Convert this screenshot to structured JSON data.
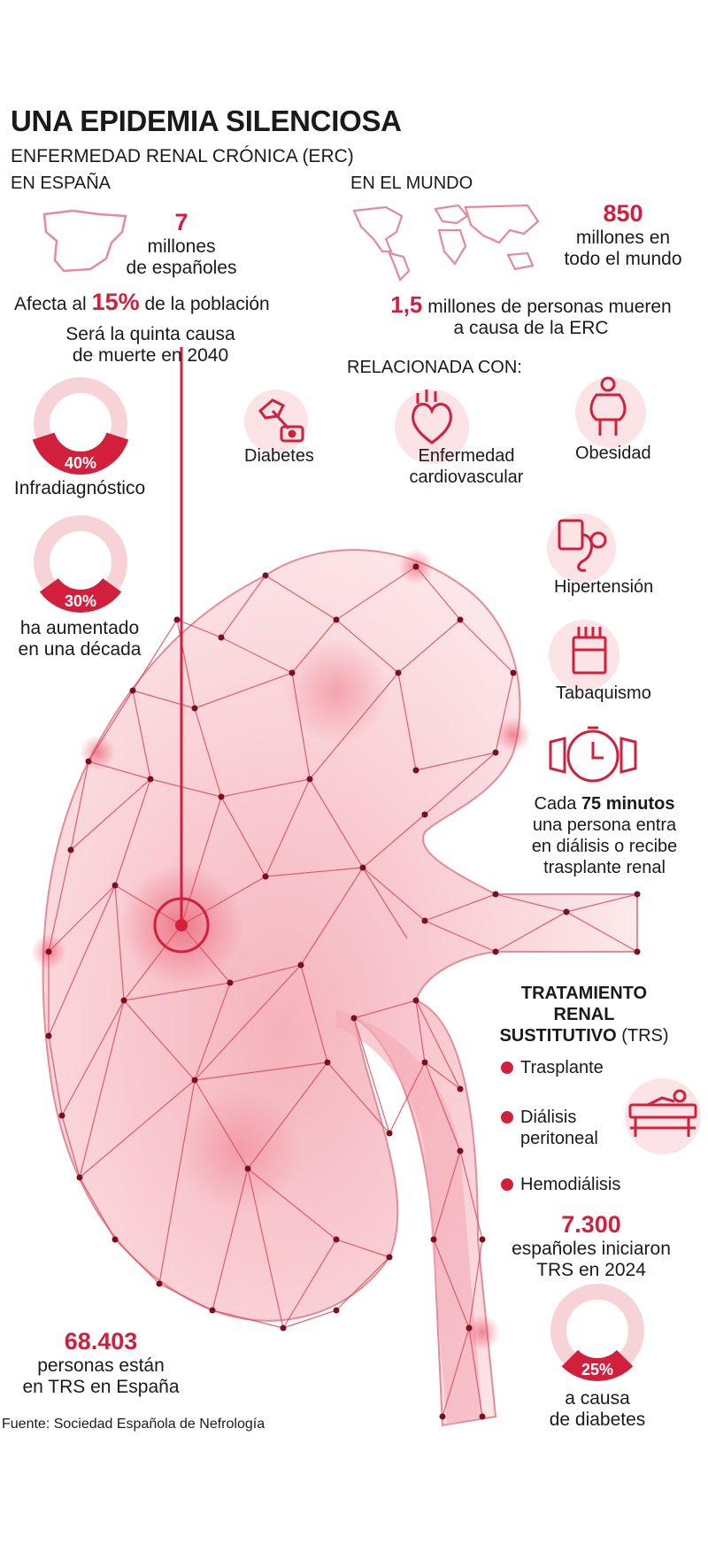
{
  "header": {
    "title": "UNA EPIDEMIA SILENCIOSA",
    "subtitle": "ENFERMEDAD RENAL CRÓNICA (ERC)"
  },
  "spain": {
    "heading": "EN ESPAÑA",
    "count_value": "7",
    "count_line1": "millones",
    "count_line2": "de españoles",
    "affects_prefix": "Afecta al",
    "affects_value": "15%",
    "affects_suffix": "de la población",
    "cause_line1": "Será la quinta causa",
    "cause_line2": "de muerte en 2040"
  },
  "donuts": {
    "underdiagnosis": {
      "fraction": 0.4,
      "label": "40%",
      "caption": "Infradiagnóstico"
    },
    "increase": {
      "fraction": 0.3,
      "label": "30%",
      "caption_line1": "ha aumentado",
      "caption_line2": "en una década"
    },
    "diabetes_cause": {
      "fraction": 0.25,
      "label": "25%",
      "caption_line1": "a causa",
      "caption_line2": "de diabetes"
    }
  },
  "world": {
    "heading": "EN EL MUNDO",
    "count_value": "850",
    "count_line1": "millones en",
    "count_line2": "todo el mundo",
    "deaths_value": "1,5",
    "deaths_line1": "millones de personas mueren",
    "deaths_line2": "a causa de la ERC"
  },
  "related": {
    "heading": "RELACIONADA CON:",
    "items": [
      {
        "label": "Diabetes",
        "icon": "diabetes-glucometer-icon"
      },
      {
        "label_line1": "Enfermedad",
        "label_line2": "cardiovascular",
        "icon": "heart-icon"
      },
      {
        "label": "Obesidad",
        "icon": "person-obesity-icon"
      },
      {
        "label": "Hipertensión",
        "icon": "blood-pressure-icon"
      },
      {
        "label": "Tabaquismo",
        "icon": "cigarette-pack-icon"
      }
    ]
  },
  "dialysis": {
    "icon": "watch-icon",
    "line1_prefix": "Cada",
    "line1_value": "75 minutos",
    "line2": "una persona entra",
    "line3": "en diálisis o recibe",
    "line4": "trasplante renal"
  },
  "treatment": {
    "heading_line1": "TRATAMIENTO",
    "heading_line2": "RENAL",
    "heading_line3_bold": "SUSTITUTIVO",
    "heading_line3_rest": "(TRS)",
    "items": [
      "Trasplante",
      "Diálisis",
      "peritoneal",
      "Hemodiálisis"
    ],
    "icon": "hospital-bed-icon",
    "started_value": "7.300",
    "started_line1": "españoles iniciaron",
    "started_line2": "TRS en 2024"
  },
  "trs_spain": {
    "value": "68.403",
    "line1": "personas están",
    "line2": "en TRS en España"
  },
  "source": "Fuente: Sociedad Española de Nefrología",
  "colors": {
    "accent": "#d21f3c",
    "light": "#f7d3d8",
    "kidney_fill": "#fbe0e3"
  }
}
